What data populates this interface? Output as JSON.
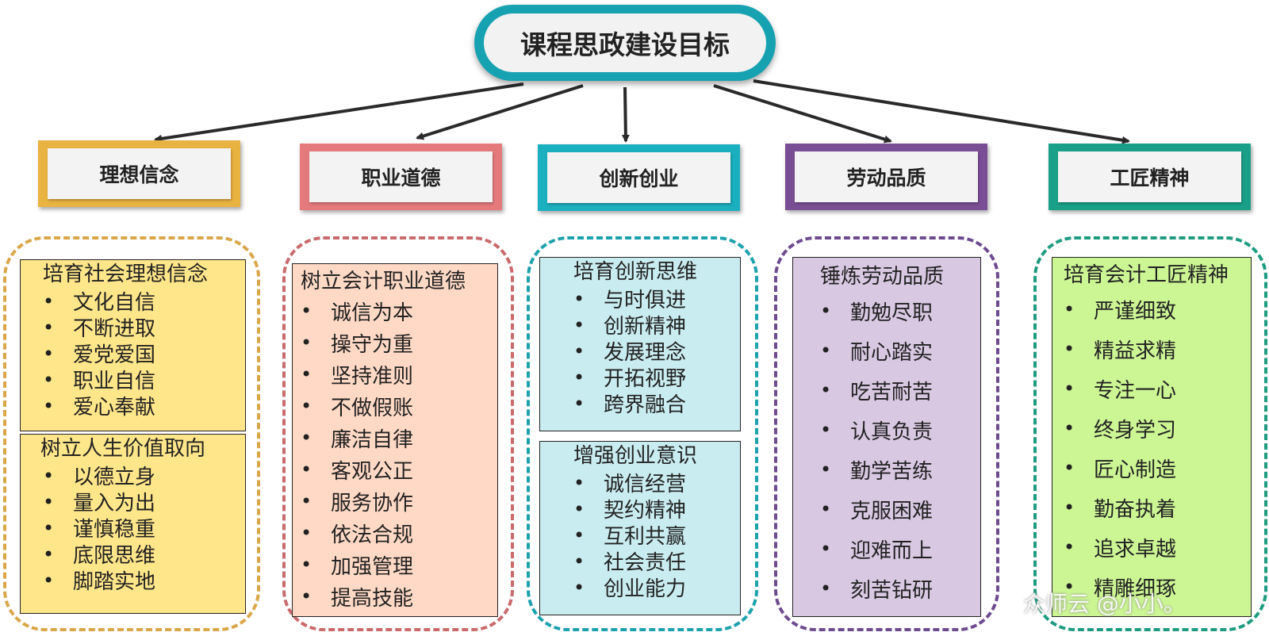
{
  "root": {
    "title": "课程思政建设目标"
  },
  "colors": {
    "root_border": "#17a2b1",
    "arrow": "#2a2a2a",
    "col1": {
      "frame": "#e9b341",
      "dash": "#d9a748",
      "fill": "#ffe68a"
    },
    "col2": {
      "frame": "#e57a7d",
      "dash": "#c96a6c",
      "fill": "#ffd9c6"
    },
    "col3": {
      "frame": "#1ab0bf",
      "dash": "#1ba2ad",
      "fill": "#c9ecf0"
    },
    "col4": {
      "frame": "#7a4e95",
      "dash": "#6e4a8e",
      "fill": "#d8c8e2"
    },
    "col5": {
      "frame": "#1aa088",
      "dash": "#1e9b80",
      "fill": "#ccf594"
    }
  },
  "columns": [
    {
      "title": "理想信念",
      "groups": [
        {
          "heading": "培育社会理想信念",
          "items": [
            "文化自信",
            "不断进取",
            "爱党爱国",
            "职业自信",
            "爱心奉献"
          ]
        },
        {
          "heading": "树立人生价值取向",
          "items": [
            "以德立身",
            "量入为出",
            "谨慎稳重",
            "底限思维",
            "脚踏实地"
          ]
        }
      ]
    },
    {
      "title": "职业道德",
      "groups": [
        {
          "heading": "树立会计职业道德",
          "items": [
            "诚信为本",
            "操守为重",
            "坚持准则",
            "不做假账",
            "廉洁自律",
            "客观公正",
            "服务协作",
            "依法合规",
            "加强管理",
            "提高技能"
          ]
        }
      ]
    },
    {
      "title": "创新创业",
      "groups": [
        {
          "heading": "培育创新思维",
          "items": [
            "与时俱进",
            "创新精神",
            "发展理念",
            "开拓视野",
            "跨界融合"
          ]
        },
        {
          "heading": "增强创业意识",
          "items": [
            "诚信经营",
            "契约精神",
            "互利共赢",
            "社会责任",
            "创业能力"
          ]
        }
      ]
    },
    {
      "title": "劳动品质",
      "groups": [
        {
          "heading": "锤炼劳动品质",
          "items": [
            "勤勉尽职",
            "耐心踏实",
            "吃苦耐苦",
            "认真负责",
            "勤学苦练",
            "克服困难",
            "迎难而上",
            "刻苦钻研"
          ]
        }
      ]
    },
    {
      "title": "工匠精神",
      "groups": [
        {
          "heading": "培育会计工匠精神",
          "items": [
            "严谨细致",
            "精益求精",
            "专注一心",
            "终身学习",
            "匠心制造",
            "勤奋执着",
            "追求卓越",
            "精雕细琢"
          ]
        }
      ]
    }
  ],
  "bullet": "•",
  "watermark": "众师云 @小小。"
}
